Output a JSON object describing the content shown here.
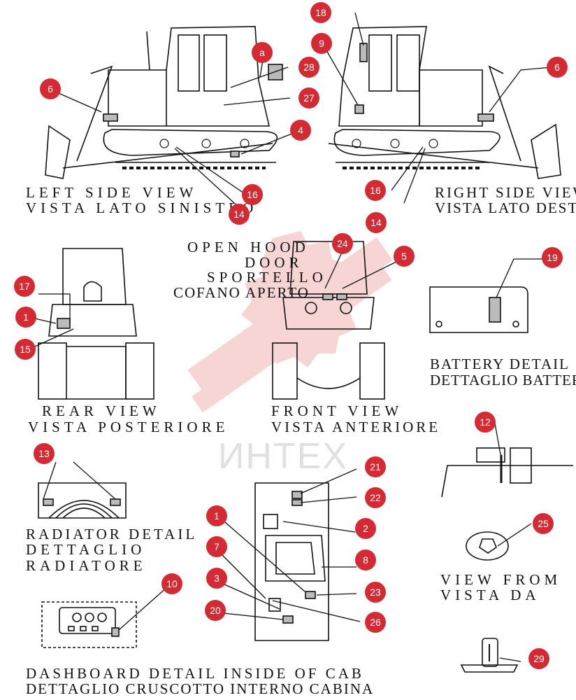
{
  "watermark": {
    "text": "ИНТЕХ",
    "logo_color": "#e25a5a"
  },
  "marker_color": "#d32a34",
  "views": {
    "left_side": {
      "line1": "LEFT SIDE VIEW",
      "line2": "VISTA LATO SINISTRO"
    },
    "right_side": {
      "line1": "RIGHT SIDE VIEW",
      "line2": "VISTA LATO DESTRO"
    },
    "open_hood": {
      "line1": "OPEN HOOD",
      "line2": "DOOR",
      "line3": "SPORTELLO",
      "line4": "COFANO APERTO"
    },
    "rear": {
      "line1": "REAR VIEW",
      "line2": "VISTA POSTERIORE"
    },
    "front": {
      "line1": "FRONT VIEW",
      "line2": "VISTA ANTERIORE"
    },
    "battery": {
      "line1": "BATTERY DETAIL",
      "line2": "DETTAGLIO BATTERIE"
    },
    "radiator": {
      "line1": "RADIATOR DETAIL",
      "line2": "DETTAGLIO",
      "line3": "RADIATORE"
    },
    "view_from": {
      "line1": "VIEW FROM",
      "line2": "VISTA DA"
    },
    "dashboard": {
      "line1": "DASHBOARD DETAIL INSIDE OF CAB",
      "line2": "DETTAGLIO CRUSCOTTO INTERNO CABINA"
    }
  },
  "markers": [
    {
      "id": "m18",
      "label": "18"
    },
    {
      "id": "m9",
      "label": "9"
    },
    {
      "id": "ma",
      "label": "a"
    },
    {
      "id": "m28",
      "label": "28"
    },
    {
      "id": "m6l",
      "label": "6"
    },
    {
      "id": "m6r",
      "label": "6"
    },
    {
      "id": "m27",
      "label": "27"
    },
    {
      "id": "m4",
      "label": "4"
    },
    {
      "id": "m16l",
      "label": "16"
    },
    {
      "id": "m14l",
      "label": "14"
    },
    {
      "id": "m16r",
      "label": "16"
    },
    {
      "id": "m14r",
      "label": "14"
    },
    {
      "id": "m24",
      "label": "24"
    },
    {
      "id": "m5",
      "label": "5"
    },
    {
      "id": "m19",
      "label": "19"
    },
    {
      "id": "m17",
      "label": "17"
    },
    {
      "id": "m1a",
      "label": "1"
    },
    {
      "id": "m15",
      "label": "15"
    },
    {
      "id": "m13",
      "label": "13"
    },
    {
      "id": "m12",
      "label": "12"
    },
    {
      "id": "m21",
      "label": "21"
    },
    {
      "id": "m22",
      "label": "22"
    },
    {
      "id": "m1b",
      "label": "1"
    },
    {
      "id": "m2",
      "label": "2"
    },
    {
      "id": "m7",
      "label": "7"
    },
    {
      "id": "m8",
      "label": "8"
    },
    {
      "id": "m3",
      "label": "3"
    },
    {
      "id": "m23",
      "label": "23"
    },
    {
      "id": "m25",
      "label": "25"
    },
    {
      "id": "m20",
      "label": "20"
    },
    {
      "id": "m26",
      "label": "26"
    },
    {
      "id": "m10",
      "label": "10"
    },
    {
      "id": "m29",
      "label": "29"
    }
  ]
}
